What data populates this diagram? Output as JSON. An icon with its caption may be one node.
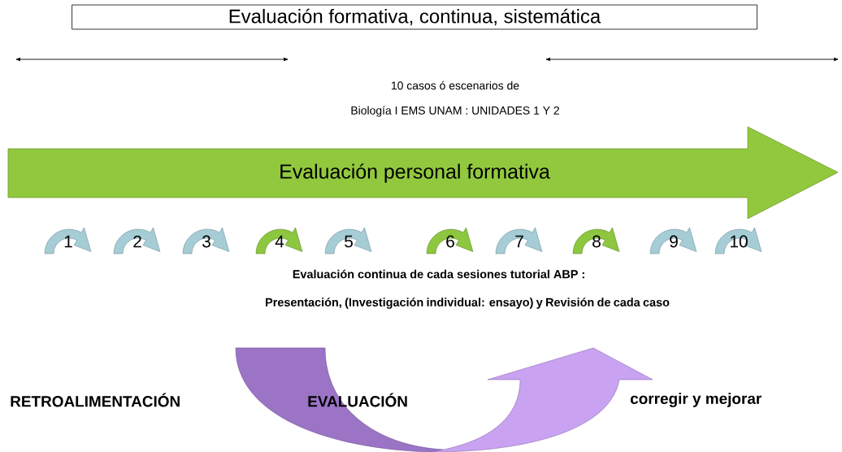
{
  "diagram": {
    "nodes": [
      {
        "text": [
          "Evaluación formativa, continua, sistemática"
        ]
      },
      {
        "text": [
          "Evaluación personal   formativa"
        ]
      },
      {
        "text": [
          "1"
        ]
      },
      {
        "text": [
          "2"
        ]
      },
      {
        "text": [
          "3"
        ]
      },
      {
        "text": [
          "4"
        ]
      },
      {
        "text": [
          "5"
        ]
      },
      {
        "text": [
          "6"
        ]
      },
      {
        "text": [
          "7"
        ]
      },
      {
        "text": [
          "8"
        ]
      },
      {
        "text": [
          "9"
        ]
      },
      {
        "text": [
          "10"
        ]
      }
    ],
    "labels": [
      "10 casos ó escenarios de",
      "Biología I  EMS UNAM : UNIDADES 1 Y 2",
      "Evaluación continua de cada sesiones tutorial ABP :",
      "Presentación, (Investigación individual: ensayo) y Revisión de cada caso",
      "RETROALIMENTACIÓN",
      "EVALUACIÓN",
      "corregir y mejorar"
    ]
  }
}
